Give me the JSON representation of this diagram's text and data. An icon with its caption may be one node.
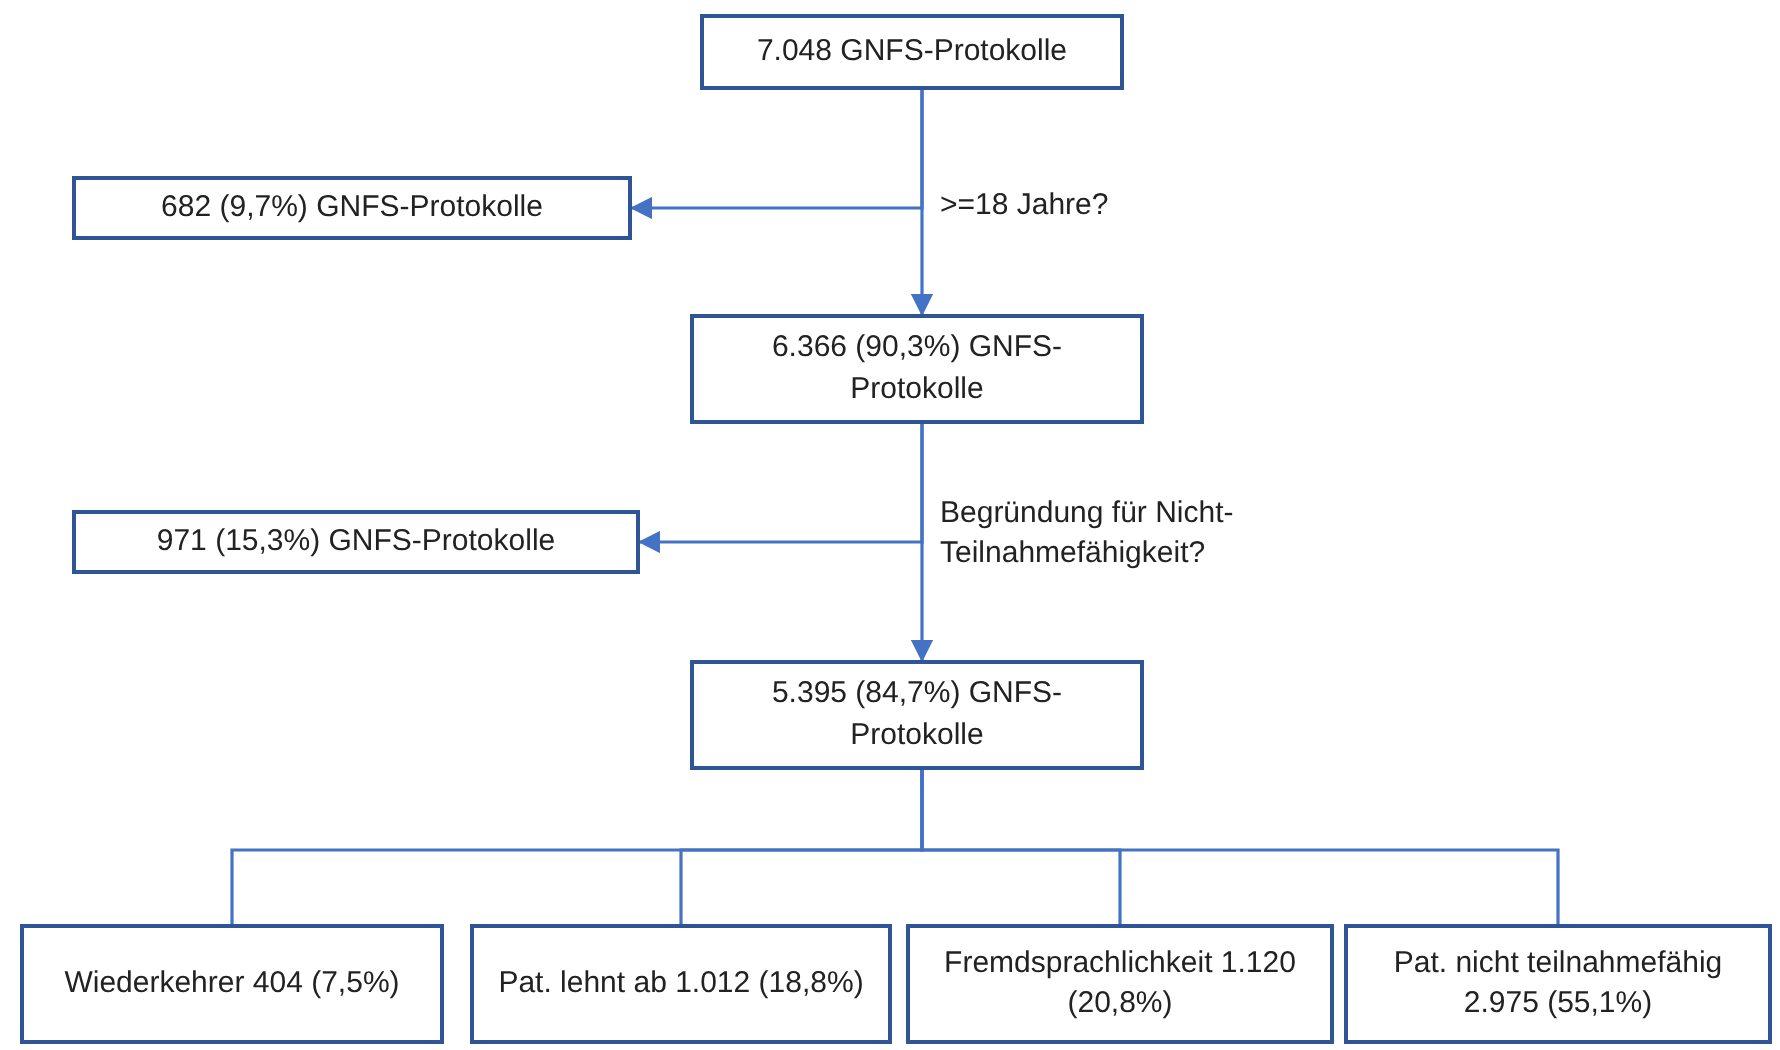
{
  "diagram": {
    "nodes": [
      {
        "text": [
          "7.048 GNFS-Protokolle"
        ]
      },
      {
        "text": [
          "682 (9,7%) GNFS-Protokolle"
        ]
      },
      {
        "text": [
          "6.366 (90,3%) GNFS-Protokolle"
        ]
      },
      {
        "text": [
          "971 (15,3%) GNFS-Protokolle"
        ]
      },
      {
        "text": [
          "5.395 (84,7%) GNFS-Protokolle"
        ]
      },
      {
        "text": [
          "Wiederkehrer 404 (7,5%)"
        ]
      },
      {
        "text": [
          "Pat. lehnt ab 1.012 (18,8%)"
        ]
      },
      {
        "text": [
          "Fremdsprachlichkeit 1.120 (20,8%)"
        ]
      },
      {
        "text": [
          "Pat. nicht teilnahmefähig 2.975 (55,1%)"
        ]
      }
    ],
    "edges": [
      {
        "from": 0,
        "to": 1,
        "arrow": "to"
      },
      {
        "from": 0,
        "to": 2,
        "arrow": "to"
      },
      {
        "from": 2,
        "to": 3,
        "arrow": "to"
      },
      {
        "from": 2,
        "to": 4,
        "arrow": "to"
      },
      {
        "from": 4,
        "to": 5,
        "arrow": "none"
      },
      {
        "from": 4,
        "to": 6,
        "arrow": "none"
      },
      {
        "from": 4,
        "to": 7,
        "arrow": "none"
      },
      {
        "from": 4,
        "to": 8,
        "arrow": "none"
      }
    ],
    "labels": [
      ">=18 Jahre?",
      "Begründung für Nicht-Teilnahmefähigkeit?"
    ]
  }
}
